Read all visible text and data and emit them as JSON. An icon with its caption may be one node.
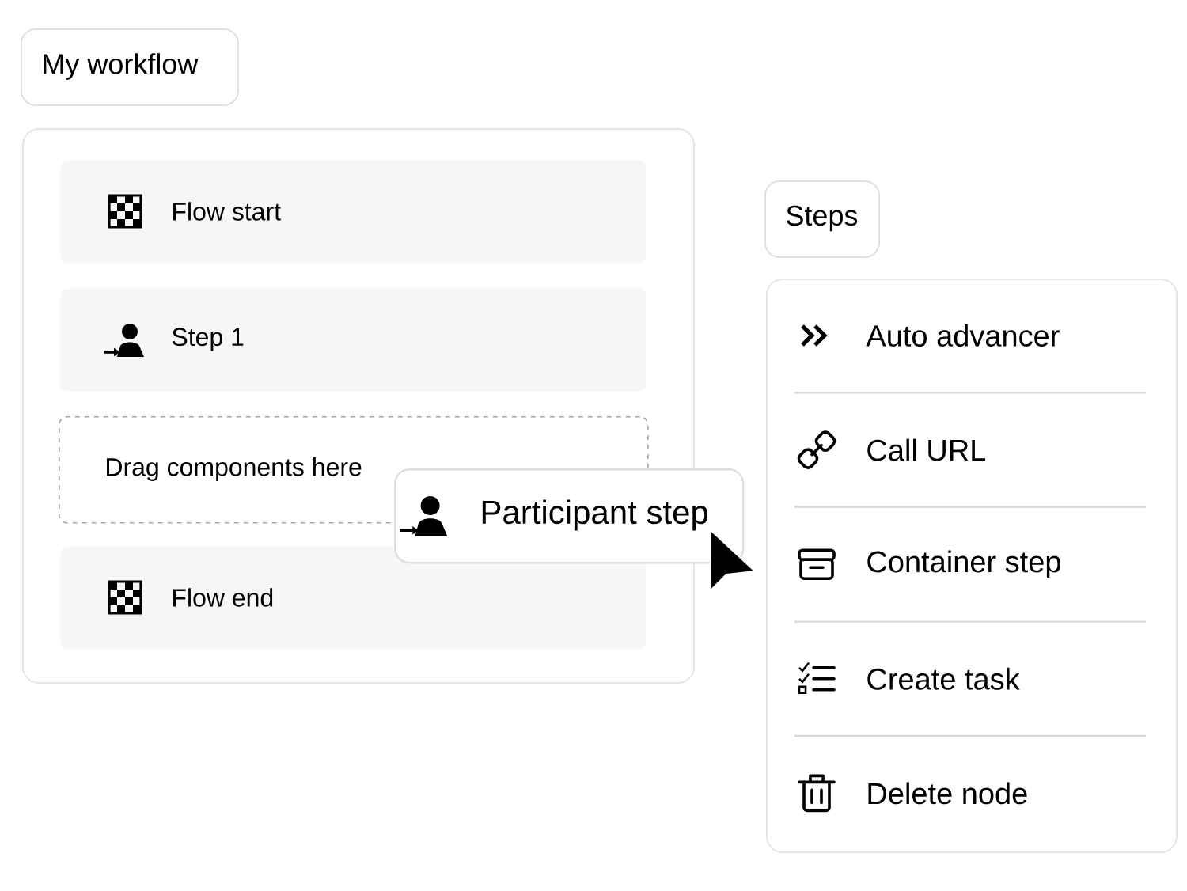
{
  "diagram": {
    "nodes": [
      {
        "text": [
          "My workflow"
        ]
      },
      {
        "text": [],
        "shape": "box"
      },
      {
        "text": [
          "Flow start"
        ],
        "in": 1
      },
      {
        "text": [
          "Step 1"
        ],
        "in": 1
      },
      {
        "text": [
          "Drag components here"
        ],
        "in": 1
      },
      {
        "text": [
          "Flow end"
        ],
        "in": 1
      },
      {
        "text": [
          "Participant step"
        ]
      },
      {
        "text": [
          "Steps"
        ]
      },
      {
        "text": [],
        "shape": "box"
      }
    ],
    "labels": [
      "Auto advancer",
      "Call URL",
      "Container step",
      "Create task",
      "Delete node"
    ]
  }
}
